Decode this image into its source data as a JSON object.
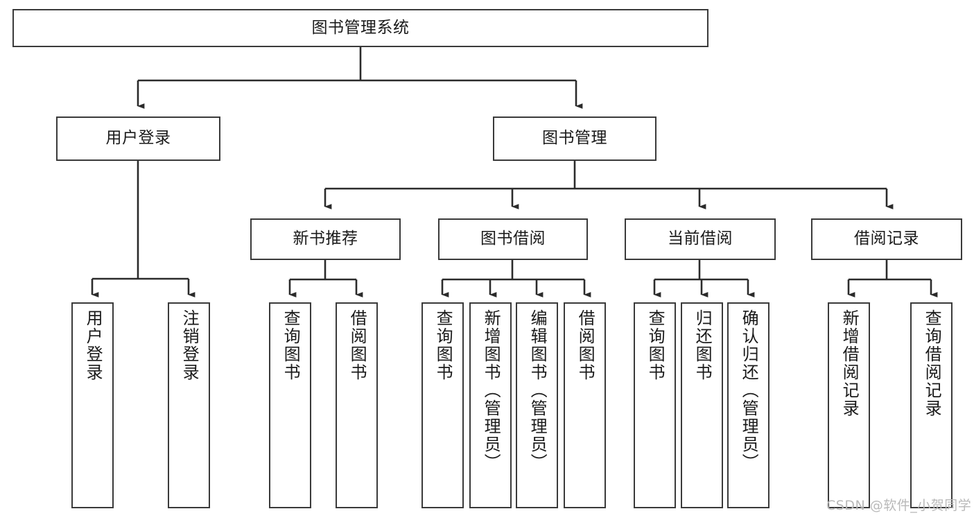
{
  "diagram": {
    "title": "图书管理系统",
    "type": "hierarchy-tree",
    "orientation": "top-down",
    "colors": {
      "box_border": "#3a3a3a",
      "box_fill": "#ffffff",
      "connector": "#2b2b2b",
      "text": "#1a1a1a",
      "watermark": "#b9b9b9"
    },
    "nodes": {
      "root": {
        "label": "图书管理系统"
      },
      "level2": [
        {
          "id": "user-login",
          "label": "用户登录"
        },
        {
          "id": "book-manage",
          "label": "图书管理"
        }
      ],
      "level3": [
        {
          "id": "new-book-recommend",
          "label": "新书推荐"
        },
        {
          "id": "book-borrow",
          "label": "图书借阅"
        },
        {
          "id": "current-borrow",
          "label": "当前借阅"
        },
        {
          "id": "borrow-record",
          "label": "借阅记录"
        }
      ],
      "leaves": {
        "user_login": [
          {
            "id": "leaf-user-login",
            "label": "用户登录"
          },
          {
            "id": "leaf-logout-login",
            "label": "注销登录"
          }
        ],
        "new_book_recommend": [
          {
            "id": "leaf-query-book-1",
            "label": "查询图书"
          },
          {
            "id": "leaf-borrow-book-1",
            "label": "借阅图书"
          }
        ],
        "book_borrow": [
          {
            "id": "leaf-query-book-2",
            "label": "查询图书"
          },
          {
            "id": "leaf-add-book",
            "label": "新增图书（管理员）"
          },
          {
            "id": "leaf-edit-book",
            "label": "编辑图书（管理员）"
          },
          {
            "id": "leaf-borrow-book-2",
            "label": "借阅图书"
          }
        ],
        "current_borrow": [
          {
            "id": "leaf-query-book-3",
            "label": "查询图书"
          },
          {
            "id": "leaf-return-book",
            "label": "归还图书"
          },
          {
            "id": "leaf-confirm-return",
            "label": "确认归还（管理员）"
          }
        ],
        "borrow_record": [
          {
            "id": "leaf-add-record",
            "label": "新增借阅记录"
          },
          {
            "id": "leaf-query-record",
            "label": "查询借阅记录"
          }
        ]
      }
    },
    "watermark": "CSDN @软件_小贺同学"
  }
}
